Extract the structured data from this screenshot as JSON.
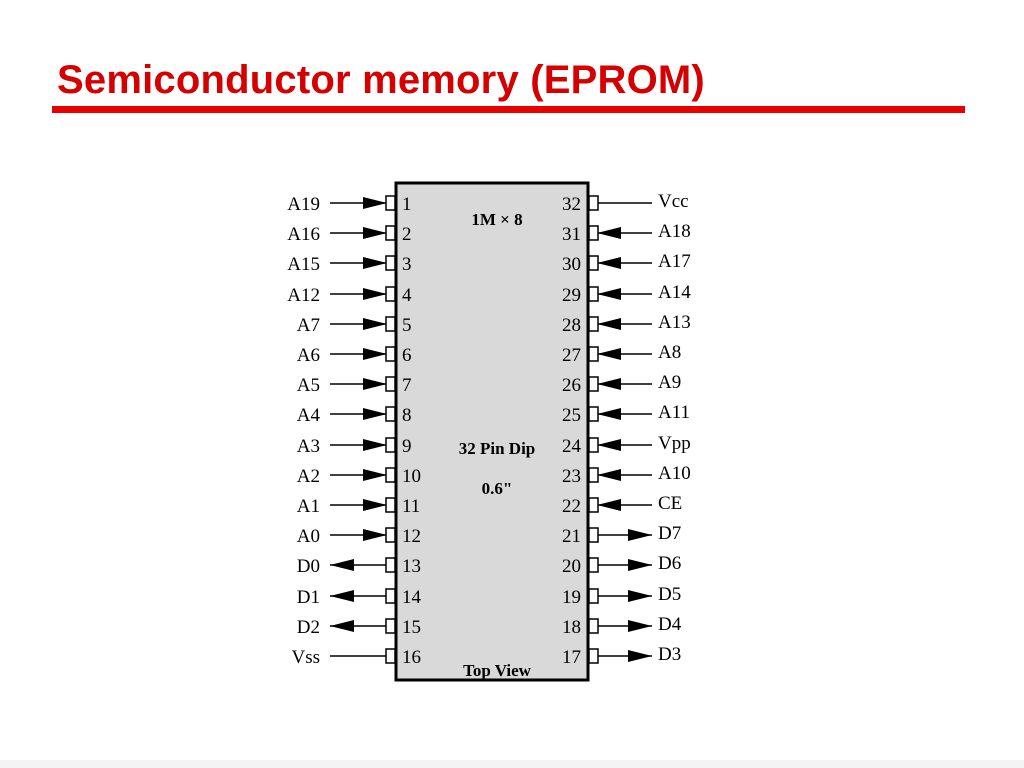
{
  "title": "Semiconductor memory (EPROM)",
  "colors": {
    "title": "#d50000",
    "rule": "#e60000",
    "chip_fill": "#d9d9d9",
    "line": "#000000"
  },
  "chip": {
    "part_label": "1M × 8",
    "package_label": "32 Pin Dip",
    "width_label": "0.6\"",
    "view_label": "Top View"
  },
  "left_pins": [
    {
      "pin": "1",
      "signal": "A19",
      "dir": "in"
    },
    {
      "pin": "2",
      "signal": "A16",
      "dir": "in"
    },
    {
      "pin": "3",
      "signal": "A15",
      "dir": "in"
    },
    {
      "pin": "4",
      "signal": "A12",
      "dir": "in"
    },
    {
      "pin": "5",
      "signal": "A7",
      "dir": "in"
    },
    {
      "pin": "6",
      "signal": "A6",
      "dir": "in"
    },
    {
      "pin": "7",
      "signal": "A5",
      "dir": "in"
    },
    {
      "pin": "8",
      "signal": "A4",
      "dir": "in"
    },
    {
      "pin": "9",
      "signal": "A3",
      "dir": "in"
    },
    {
      "pin": "10",
      "signal": "A2",
      "dir": "in"
    },
    {
      "pin": "11",
      "signal": "A1",
      "dir": "in"
    },
    {
      "pin": "12",
      "signal": "A0",
      "dir": "in"
    },
    {
      "pin": "13",
      "signal": "D0",
      "dir": "out"
    },
    {
      "pin": "14",
      "signal": "D1",
      "dir": "out"
    },
    {
      "pin": "15",
      "signal": "D2",
      "dir": "out"
    },
    {
      "pin": "16",
      "signal": "Vss",
      "dir": "none"
    }
  ],
  "right_pins": [
    {
      "pin": "32",
      "signal": "Vcc",
      "dir": "none"
    },
    {
      "pin": "31",
      "signal": "A18",
      "dir": "in"
    },
    {
      "pin": "30",
      "signal": "A17",
      "dir": "in"
    },
    {
      "pin": "29",
      "signal": "A14",
      "dir": "in"
    },
    {
      "pin": "28",
      "signal": "A13",
      "dir": "in"
    },
    {
      "pin": "27",
      "signal": "A8",
      "dir": "in"
    },
    {
      "pin": "26",
      "signal": "A9",
      "dir": "in"
    },
    {
      "pin": "25",
      "signal": "A11",
      "dir": "in"
    },
    {
      "pin": "24",
      "signal": "Vpp",
      "dir": "in"
    },
    {
      "pin": "23",
      "signal": "A10",
      "dir": "in"
    },
    {
      "pin": "22",
      "signal": "CE",
      "dir": "in"
    },
    {
      "pin": "21",
      "signal": "D7",
      "dir": "out"
    },
    {
      "pin": "20",
      "signal": "D6",
      "dir": "out"
    },
    {
      "pin": "19",
      "signal": "D5",
      "dir": "out"
    },
    {
      "pin": "18",
      "signal": "D4",
      "dir": "out"
    },
    {
      "pin": "17",
      "signal": "D3",
      "dir": "out"
    }
  ]
}
